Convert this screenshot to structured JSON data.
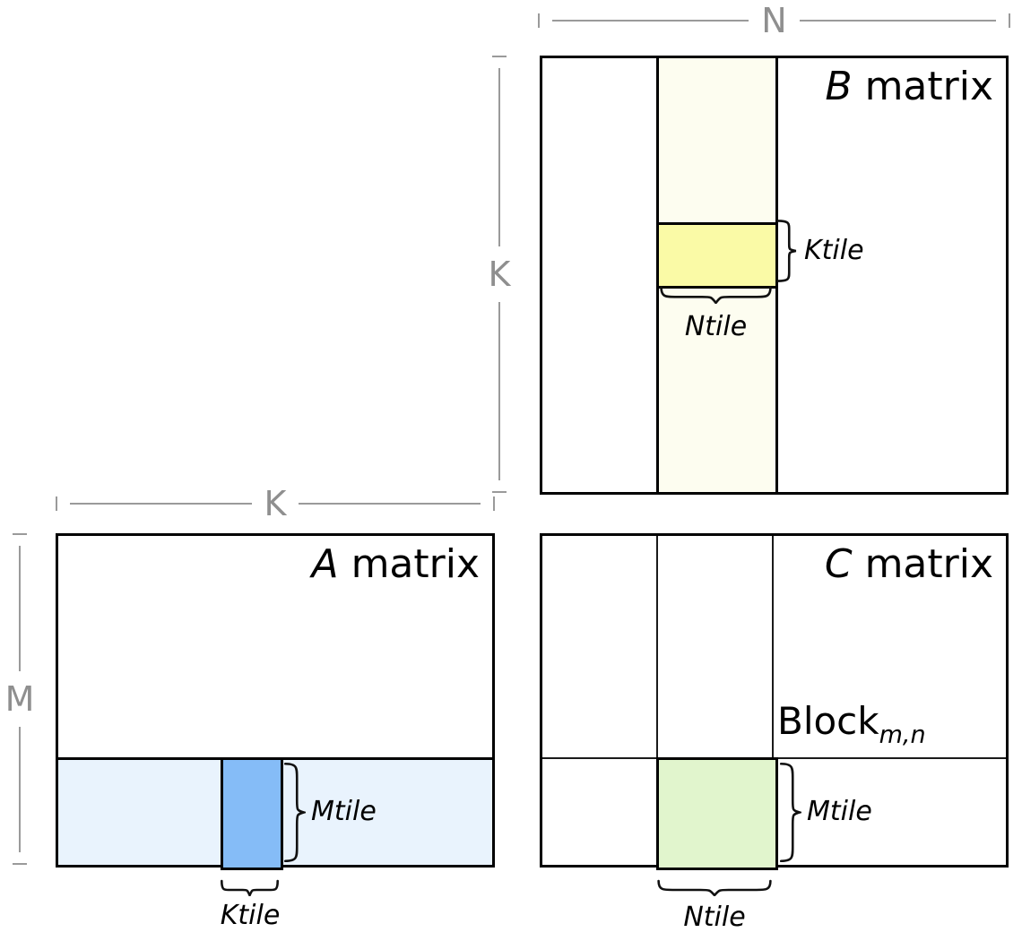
{
  "diagram": {
    "dims": {
      "n_label": "N",
      "k_vertical_label": "K",
      "k_horizontal_label": "K",
      "m_label": "M"
    },
    "b": {
      "title_letter": "B",
      "title_word": "matrix",
      "ktile_label": "Ktile",
      "ntile_label": "Ntile"
    },
    "a": {
      "title_letter": "A",
      "title_word": "matrix",
      "mtile_label": "Mtile",
      "ktile_label": "Ktile"
    },
    "c": {
      "title_letter": "C",
      "title_word": "matrix",
      "block_base": "Block",
      "block_subscript": "m,n",
      "mtile_label": "Mtile",
      "ntile_label": "Ntile"
    },
    "colors": {
      "b_strip_fill": "#FDFDF0",
      "b_tile_fill": "#FAFAA6",
      "a_strip_fill": "#E9F3FD",
      "a_tile_fill": "#85BCF7",
      "c_tile_fill": "#E1F5CD",
      "dimension_gray": "#9A9A9A",
      "line_black": "#000000"
    }
  }
}
